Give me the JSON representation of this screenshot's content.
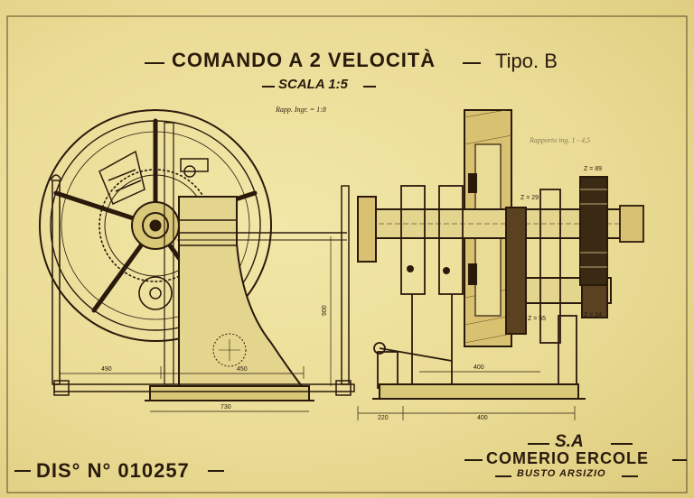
{
  "title": {
    "main": "COMANDO A 2 VELOCITÀ",
    "type": "Tipo. B",
    "scale": "SCALA 1:5"
  },
  "notes": {
    "ratio_main": "Rapp. Ingr. = 1:8",
    "ratio_pencil": "Rapporto ing. 1 - 4,5"
  },
  "gear_labels": {
    "z_89": "Z = 89",
    "z_29": "Z = 29",
    "z_55": "Z = 55",
    "z_14": "Z = 14"
  },
  "dimensions": {
    "d_490": "490",
    "d_450": "450",
    "d_730": "730",
    "d_400_top": "400",
    "d_220": "220",
    "d_400_bottom": "400",
    "d_900_vertical": "900"
  },
  "drawing_number": "DIS° N° 010257",
  "company": {
    "legal_form": "S.A",
    "name": "COMERIO ERCOLE",
    "city": "BUSTO ARSIZIO"
  },
  "colors": {
    "paper": "#e9dc97",
    "ink": "#2a1a0c",
    "pencil": "#8a7b52"
  }
}
